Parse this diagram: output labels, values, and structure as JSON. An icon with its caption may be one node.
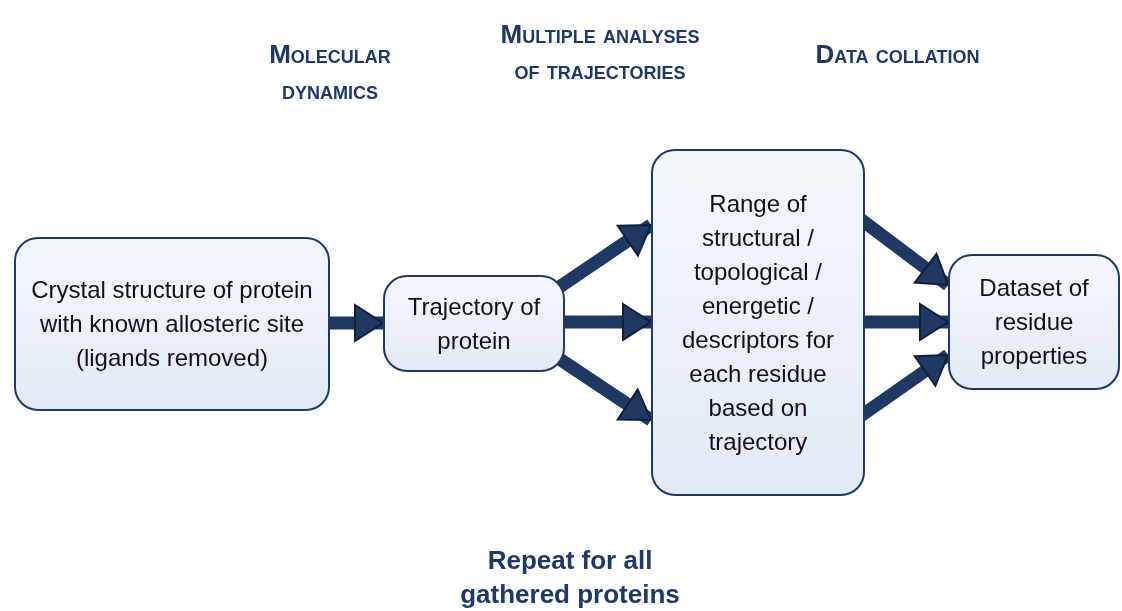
{
  "diagram": {
    "nodes": [
      {
        "text": [
          "Crystal structure of protein with known allosteric site (ligands removed)"
        ]
      },
      {
        "text": [
          "Trajectory of protein"
        ]
      },
      {
        "text": [
          "Range of structural / topological / energetic / descriptors for each residue based on trajectory"
        ]
      },
      {
        "text": [
          "Dataset of residue properties"
        ]
      }
    ],
    "edges": [
      {
        "from": 0,
        "to": 1,
        "arrow": "to"
      },
      {
        "from": 1,
        "to": 2,
        "arrow": "to"
      },
      {
        "from": 1,
        "to": 2,
        "arrow": "to"
      },
      {
        "from": 1,
        "to": 2,
        "arrow": "to"
      },
      {
        "from": 2,
        "to": 3,
        "arrow": "to"
      },
      {
        "from": 2,
        "to": 3,
        "arrow": "to"
      },
      {
        "from": 2,
        "to": 3,
        "arrow": "to"
      }
    ],
    "labels": [
      "Molecular dynamics",
      "Multiple analyses of trajectories",
      "Data collation",
      "Repeat for all gathered proteins"
    ]
  }
}
